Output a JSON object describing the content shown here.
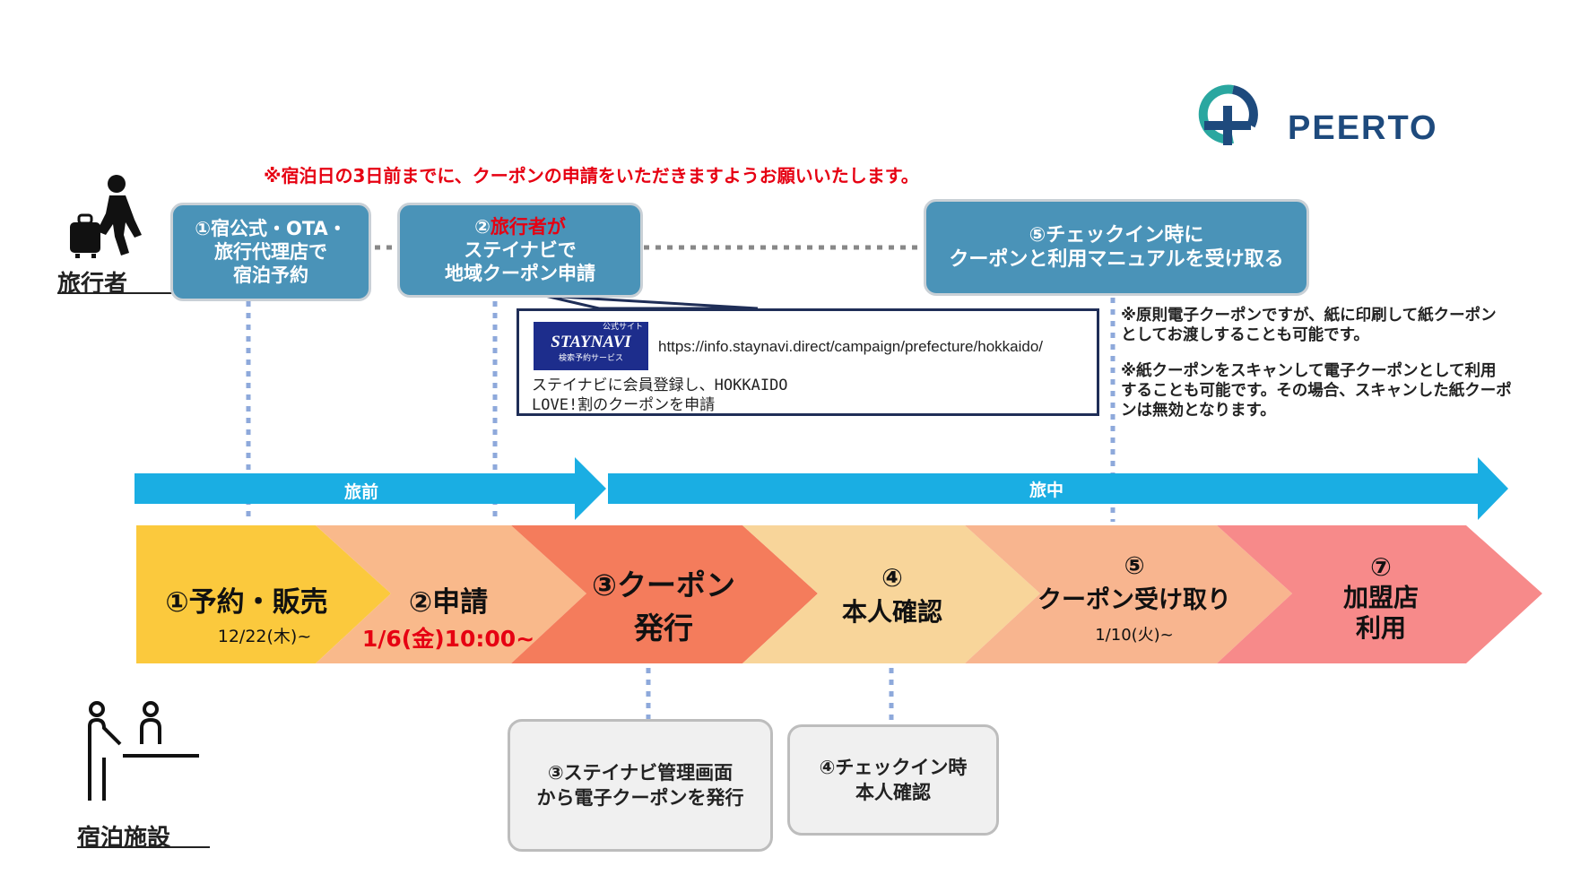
{
  "logo": {
    "text": "PEERTO"
  },
  "notice": "※宿泊日の3日前までに、クーポンの申請をいただきますようお願いいたします。",
  "actors": {
    "traveler": "旅行者",
    "facility": "宿泊施設"
  },
  "traveler_steps": [
    {
      "lines": [
        "①宿公式・OTA・",
        "旅行代理店で",
        "宿泊予約"
      ]
    },
    {
      "line1_prefix": "②",
      "line1_highlight": "旅行者が",
      "lines": [
        "ステイナビで",
        "地域クーポン申請"
      ]
    },
    {
      "lines": [
        "⑤チェックイン時に",
        "クーポンと利用マニュアルを受け取る"
      ]
    }
  ],
  "staynavi_callout": {
    "logo_top": "公式サイト",
    "logo_main": "STAYNAVI",
    "logo_sub": "検索予約サービス",
    "url": "https://info.staynavi.direct/campaign/prefecture/hokkaido/",
    "desc_line1": "ステイナビに会員登録し、HOKKAIDO",
    "desc_line2": "LOVE!割のクーポンを申請"
  },
  "notes": [
    {
      "lines": [
        "※原則電子クーポンですが、紙に印刷して紙クーポン",
        "としてお渡しすることも可能です。"
      ]
    },
    {
      "lines": [
        "※紙クーポンをスキャンして電子クーポンとして利用",
        "することも可能です。その場合、スキャンした紙クーポ",
        "ンは無効となります。"
      ]
    }
  ],
  "phases": [
    {
      "label": "旅前"
    },
    {
      "label": "旅中"
    }
  ],
  "flow_steps": [
    {
      "title": "①予約・販売",
      "date": "12/22(木)~",
      "color": "#fbc93d"
    },
    {
      "title": "②申請",
      "date": "1/6(金)10:00~",
      "date_color": "#e60012",
      "color": "#f9b98b"
    },
    {
      "title_lines": [
        "③クーポン",
        "発行"
      ],
      "color": "#f47c5c"
    },
    {
      "title_lines": [
        "④",
        "本人確認"
      ],
      "color": "#f8d59a"
    },
    {
      "title_lines": [
        "⑤",
        "クーポン受け取り"
      ],
      "date": "1/10(火)~",
      "color": "#f8b58f"
    },
    {
      "title_lines": [
        "⑦",
        "加盟店",
        "利用"
      ],
      "color": "#f78a8a"
    }
  ],
  "facility_steps": [
    {
      "lines": [
        "③ステイナビ管理画面",
        "から電子クーポンを発行"
      ]
    },
    {
      "lines": [
        "④チェックイン時",
        "本人確認"
      ]
    }
  ],
  "colors": {
    "step_box": "#4a93b8",
    "arrow": "#1aaee3",
    "dotted": "#8ea9db",
    "red": "#e60012"
  }
}
